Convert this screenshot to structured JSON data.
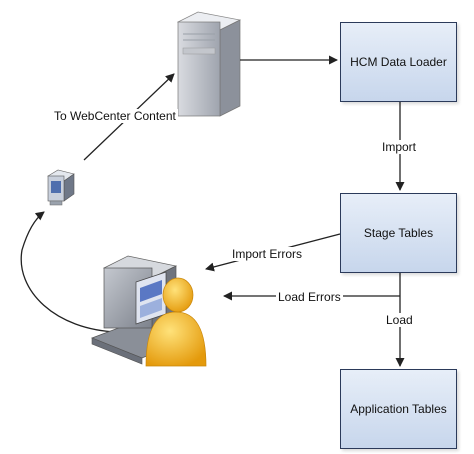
{
  "nodes": {
    "hcm_data_loader": "HCM Data Loader",
    "stage_tables": "Stage Tables",
    "application_tables": "Application Tables"
  },
  "edges": {
    "to_webcenter": "To WebCenter Content",
    "import": "Import",
    "import_errors": "Import Errors",
    "load_errors": "Load Errors",
    "load": "Load"
  },
  "icons": [
    "server-icon",
    "document-upload-icon",
    "user-workstation-icon"
  ],
  "colors": {
    "box_fill_top": "#e7eef8",
    "box_fill_bottom": "#c7d6ec",
    "box_border": "#2b3a5a",
    "person": "#f2b21b"
  }
}
